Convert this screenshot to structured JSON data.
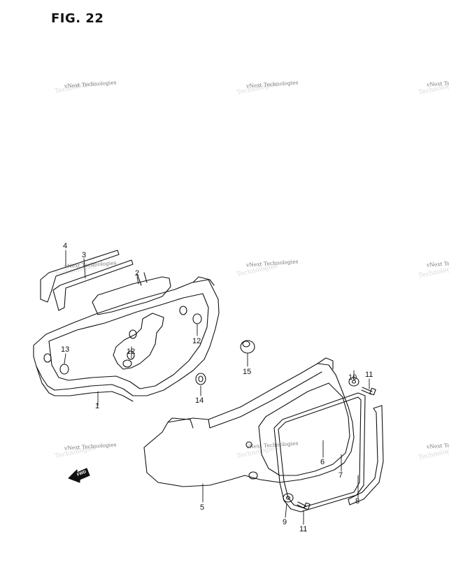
{
  "figure": {
    "title": "FIG. 22"
  },
  "watermark": {
    "text": "vNext Technologies",
    "ghost": "Technologies"
  },
  "fwd_label": "FWD",
  "callouts": [
    "1",
    "2",
    "3",
    "4",
    "5",
    "6",
    "7",
    "8",
    "9",
    "10",
    "11",
    "11",
    "12",
    "12",
    "13",
    "14",
    "15"
  ]
}
